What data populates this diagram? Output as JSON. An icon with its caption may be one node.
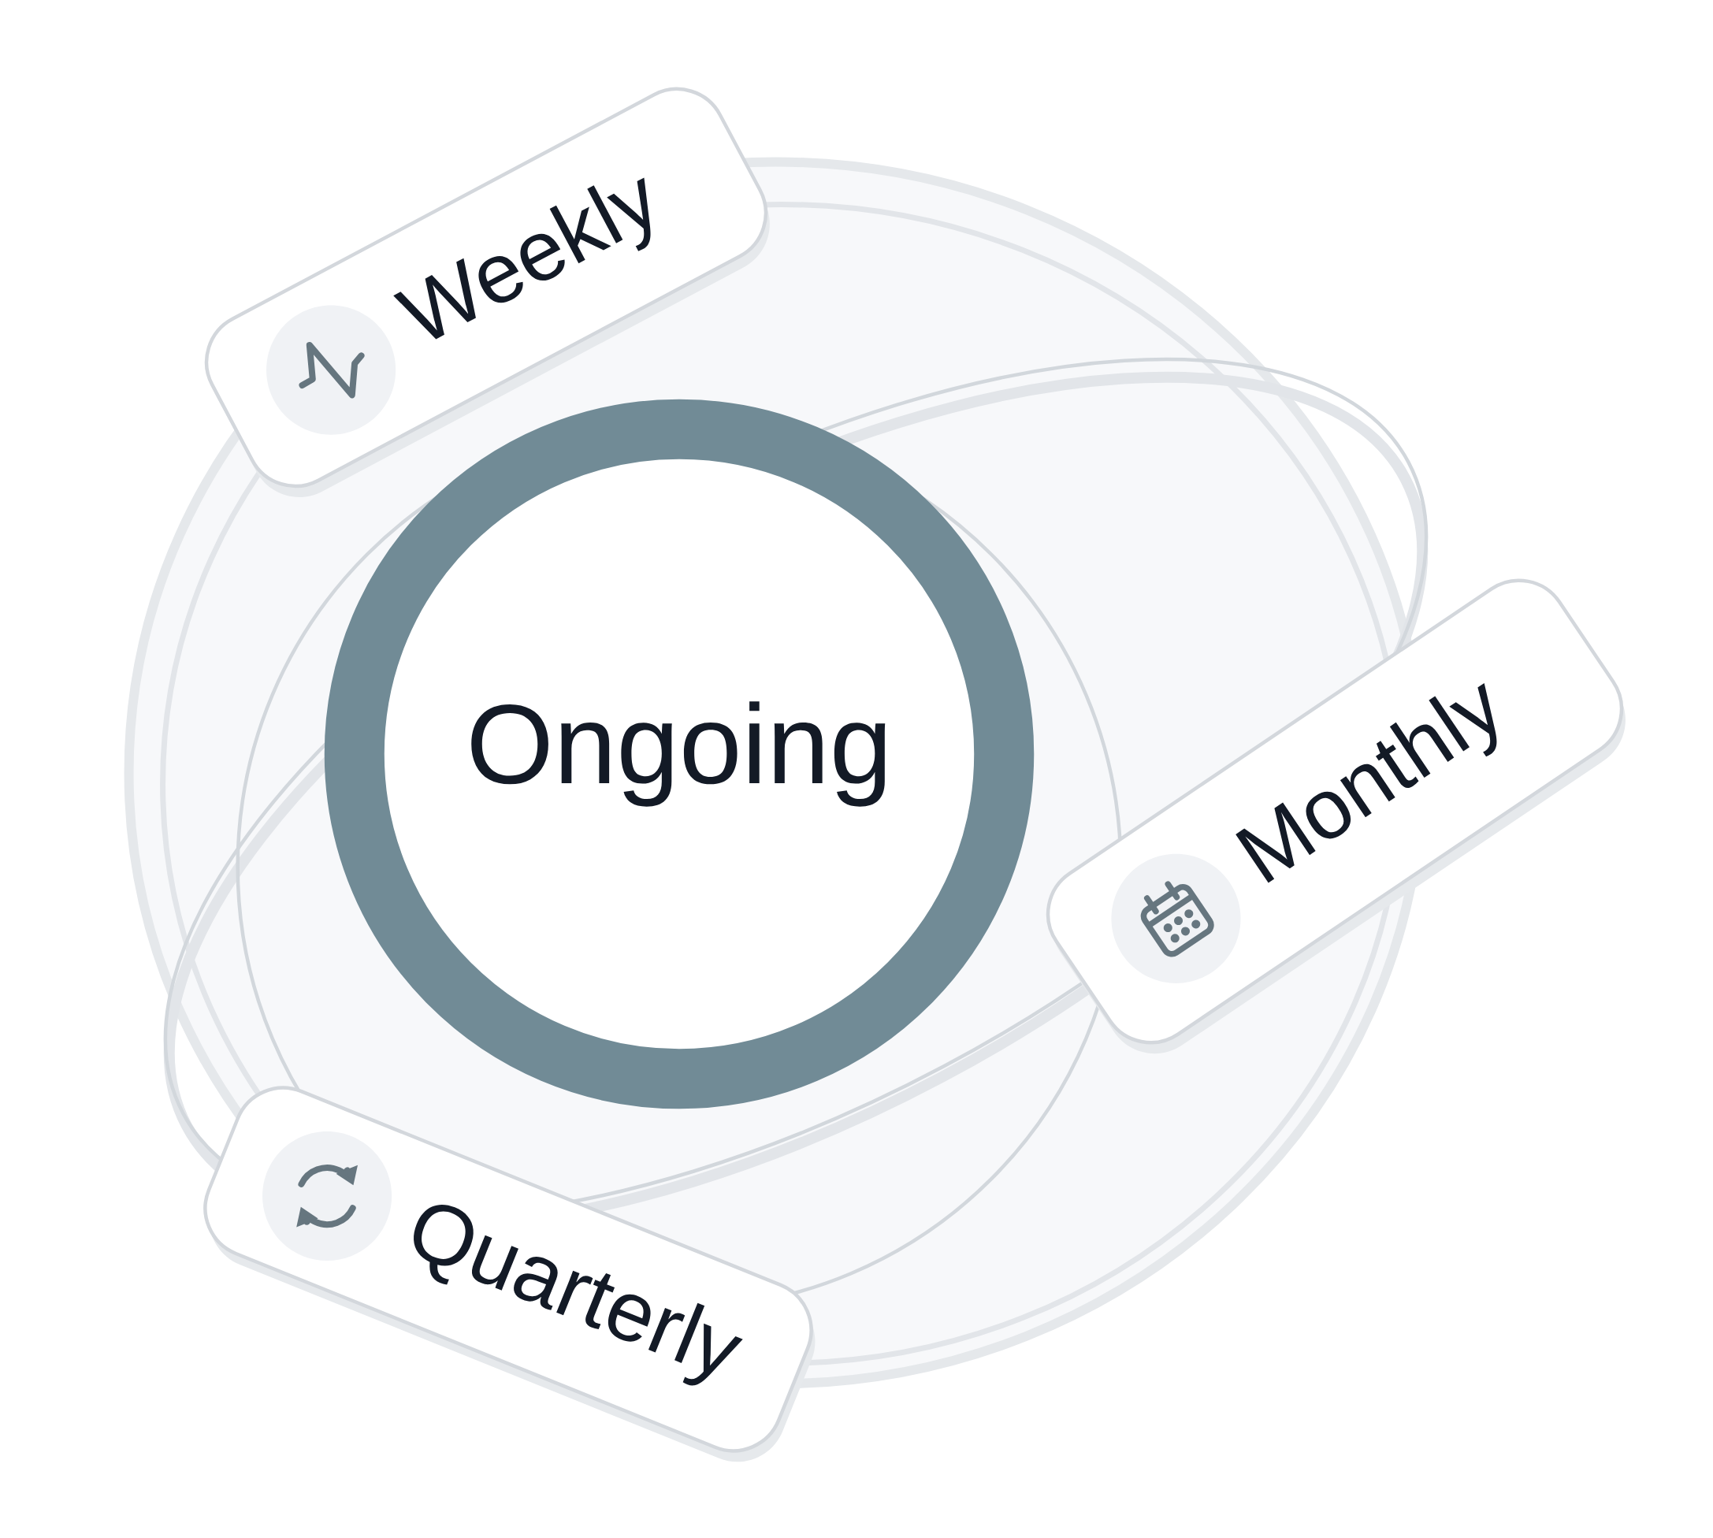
{
  "diagram": {
    "nodes": [
      {
        "text": [
          "Ongoing"
        ]
      },
      {
        "text": [
          "Weekly"
        ]
      },
      {
        "text": [
          "Monthly"
        ]
      },
      {
        "text": [
          "Quarterly"
        ]
      }
    ]
  }
}
